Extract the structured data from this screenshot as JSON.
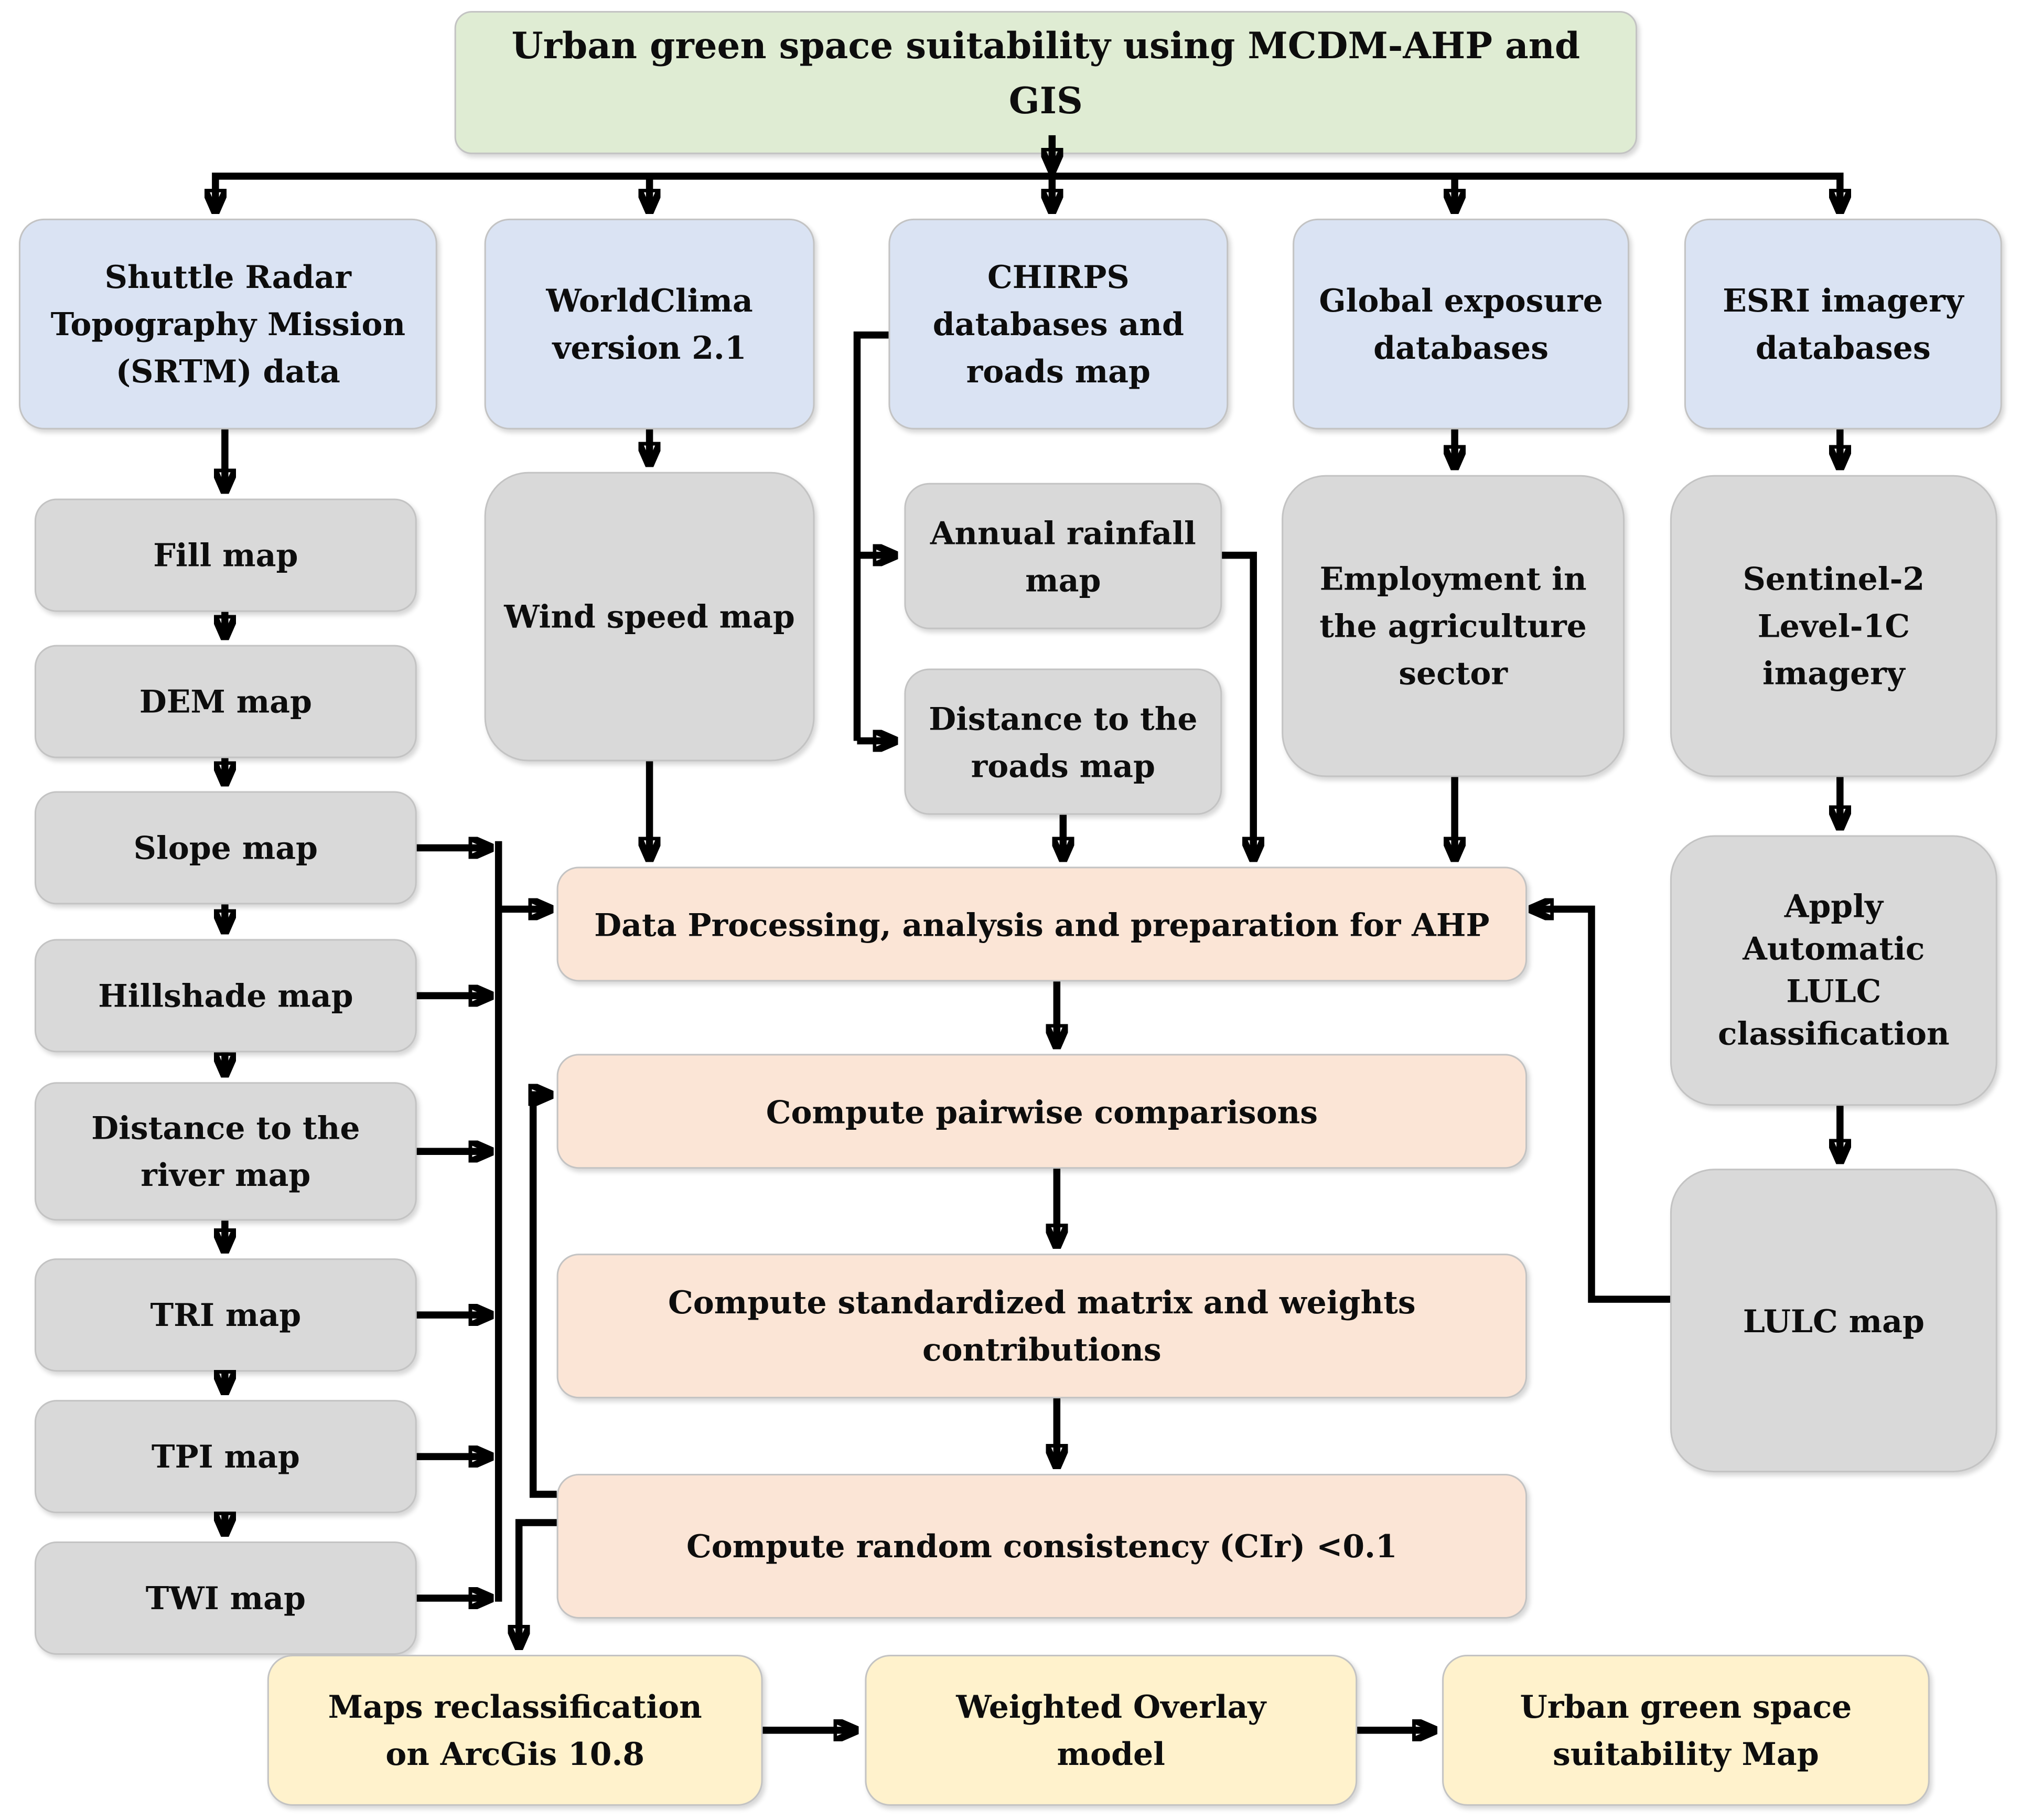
{
  "diagram": {
    "title": "Urban green space suitability using MCDM-AHP and GIS",
    "colors": {
      "title_green": "#dfecd3",
      "source_blue": "#dae3f3",
      "map_gray": "#d9d9d9",
      "process_peach": "#fbe5d6",
      "result_yellow": "#fff2cc",
      "arrow_black": "#000000",
      "border_gray": "#c3c3c3",
      "text_black": "#0d0d0d"
    },
    "nodes": {
      "srtm": {
        "label": "Shuttle Radar\nTopography Mission\n(SRTM) data"
      },
      "worldclima": {
        "label": "WorldClima\nversion 2.1"
      },
      "chirps": {
        "label": "CHIRPS\ndatabases and\nroads map"
      },
      "global_exposure": {
        "label": "Global exposure\ndatabases"
      },
      "esri": {
        "label": "ESRI imagery\ndatabases"
      },
      "fill_map": {
        "label": "Fill map"
      },
      "dem_map": {
        "label": "DEM map"
      },
      "slope_map": {
        "label": "Slope map"
      },
      "hillshade_map": {
        "label": "Hillshade map"
      },
      "river_map": {
        "label": "Distance to the\nriver map"
      },
      "tri_map": {
        "label": "TRI map"
      },
      "tpi_map": {
        "label": "TPI map"
      },
      "twi_map": {
        "label": "TWI map"
      },
      "wind_map": {
        "label": "Wind speed map"
      },
      "annual_rainfall": {
        "label": "Annual rainfall\nmap"
      },
      "roads_map": {
        "label": "Distance to the\nroads map"
      },
      "employment": {
        "label": "Employment in\nthe agriculture\nsector"
      },
      "sentinel": {
        "label": "Sentinel-2\nLevel-1C\nimagery"
      },
      "apply_lulc": {
        "label": "Apply\nAutomatic\nLULC\nclassification"
      },
      "lulc_map": {
        "label": "LULC map"
      },
      "data_processing": {
        "label": "Data Processing, analysis and preparation for AHP"
      },
      "pairwise": {
        "label": "Compute pairwise comparisons"
      },
      "standardized": {
        "label": "Compute standardized matrix and weights\ncontributions"
      },
      "random_consistency": {
        "label": "Compute random consistency (CIr) <0.1"
      },
      "maps_reclass": {
        "label": "Maps reclassification\non ArcGis 10.8"
      },
      "weighted_overlay": {
        "label": "Weighted Overlay\nmodel"
      },
      "suitability_map": {
        "label": "Urban green space\nsuitability Map"
      }
    },
    "edges": [
      {
        "from": "title",
        "to": "srtm"
      },
      {
        "from": "title",
        "to": "worldclima"
      },
      {
        "from": "title",
        "to": "chirps"
      },
      {
        "from": "title",
        "to": "global_exposure"
      },
      {
        "from": "title",
        "to": "esri"
      },
      {
        "from": "srtm",
        "to": "fill_map"
      },
      {
        "from": "fill_map",
        "to": "dem_map"
      },
      {
        "from": "dem_map",
        "to": "slope_map"
      },
      {
        "from": "slope_map",
        "to": "hillshade_map"
      },
      {
        "from": "hillshade_map",
        "to": "river_map"
      },
      {
        "from": "river_map",
        "to": "tri_map"
      },
      {
        "from": "tri_map",
        "to": "tpi_map"
      },
      {
        "from": "tpi_map",
        "to": "twi_map"
      },
      {
        "from": "slope_map",
        "to": "data_processing"
      },
      {
        "from": "hillshade_map",
        "to": "data_processing"
      },
      {
        "from": "river_map",
        "to": "data_processing"
      },
      {
        "from": "tri_map",
        "to": "data_processing"
      },
      {
        "from": "tpi_map",
        "to": "data_processing"
      },
      {
        "from": "twi_map",
        "to": "data_processing"
      },
      {
        "from": "worldclima",
        "to": "wind_map"
      },
      {
        "from": "wind_map",
        "to": "data_processing"
      },
      {
        "from": "chirps",
        "to": "annual_rainfall"
      },
      {
        "from": "chirps",
        "to": "roads_map"
      },
      {
        "from": "annual_rainfall",
        "to": "data_processing"
      },
      {
        "from": "roads_map",
        "to": "data_processing"
      },
      {
        "from": "global_exposure",
        "to": "employment"
      },
      {
        "from": "employment",
        "to": "data_processing"
      },
      {
        "from": "esri",
        "to": "sentinel"
      },
      {
        "from": "sentinel",
        "to": "apply_lulc"
      },
      {
        "from": "apply_lulc",
        "to": "lulc_map"
      },
      {
        "from": "lulc_map",
        "to": "data_processing"
      },
      {
        "from": "data_processing",
        "to": "pairwise"
      },
      {
        "from": "pairwise",
        "to": "standardized"
      },
      {
        "from": "standardized",
        "to": "random_consistency"
      },
      {
        "from": "random_consistency",
        "to": "pairwise"
      },
      {
        "from": "random_consistency",
        "to": "maps_reclass"
      },
      {
        "from": "maps_reclass",
        "to": "weighted_overlay"
      },
      {
        "from": "weighted_overlay",
        "to": "suitability_map"
      }
    ]
  }
}
